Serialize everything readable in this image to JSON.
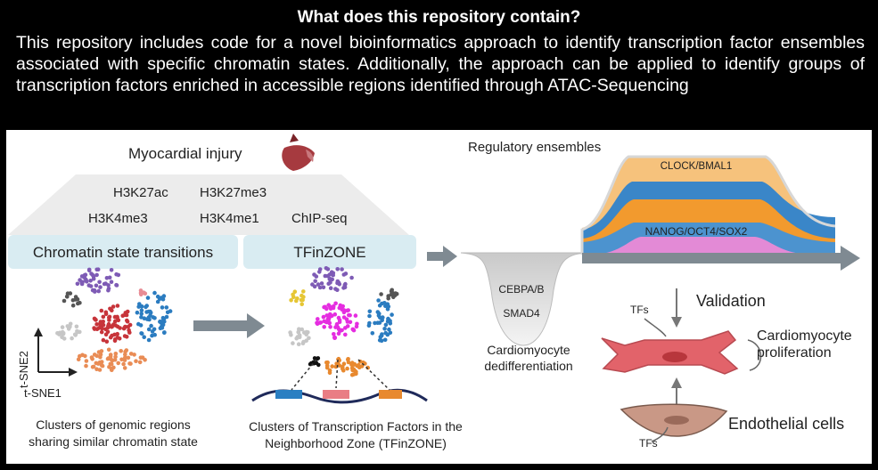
{
  "header": {
    "title": "What does this repository contain?",
    "text": "This repository includes code for a novel bioinformatics approach to identify transcription factor ensembles associated with specific chromatin states. Additionally, the approach can be applied to identify groups of transcription factors enriched in accessible regions identified through ATAC-Sequencing"
  },
  "left": {
    "injury_label": "Myocardial injury",
    "marks": [
      "H3K27ac",
      "H3K27me3",
      "H3K4me3",
      "H3K4me1",
      "ChIP-seq"
    ],
    "box_chromatin": "Chromatin state transitions",
    "box_tfinzone": "TFinZONE",
    "axis_y": "t-SNE2",
    "axis_x": "t-SNE1",
    "caption_clusters_1": "Clusters of genomic regions",
    "caption_clusters_2": "sharing similar chromatin state",
    "caption_tf_1": "Clusters of Transcription Factors in the",
    "caption_tf_2": "Neighborhood Zone (TFinZONE)"
  },
  "right": {
    "ensembles_title": "Regulatory ensembles",
    "band_top": "CLOCK/BMAL1",
    "band_mid": "NANOG/OCT4/SOX2",
    "dip_1": "CEBPA/B",
    "dip_2": "SMAD4",
    "dip_caption_1": "Cardiomyocyte",
    "dip_caption_2": "dedifferentiation",
    "validation": "Validation",
    "tfs_top": "TFs",
    "tfs_bottom": "TFs",
    "prolif_1": "Cardiomyocyte",
    "prolif_2": "proliferation",
    "endothelial": "Endothelial cells"
  },
  "colors": {
    "header_bg": "#000000",
    "box_fill": "#d9ecf2",
    "orange": "#f29a2e",
    "blue": "#3a86c8",
    "pink": "#e38ad6",
    "peach": "#f6c27c",
    "gray_arrow": "#7f8a92",
    "cell_red": "#e2636a",
    "cell_tan": "#c99886"
  }
}
